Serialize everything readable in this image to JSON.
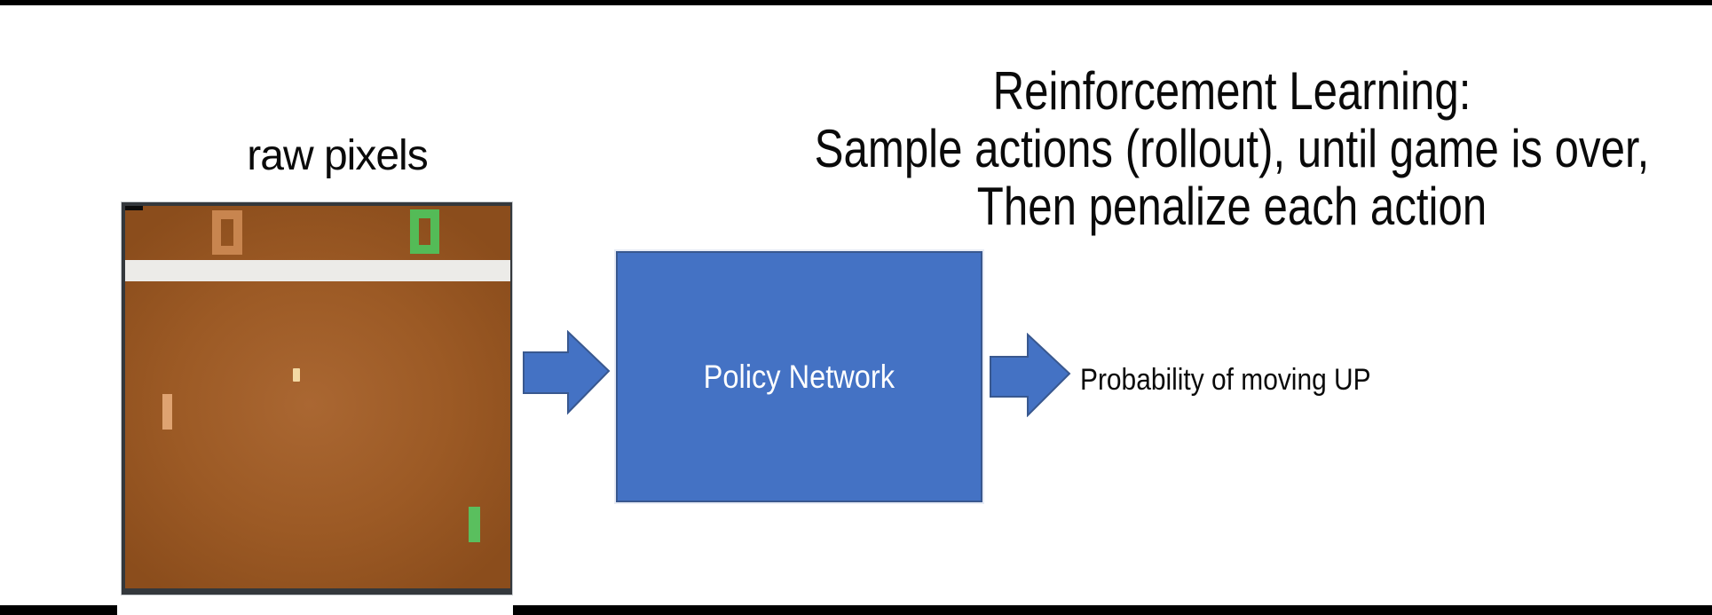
{
  "slide": {
    "title_lines": [
      "Reinforcement Learning:",
      "Sample actions (rollout), until game is over,",
      "Then penalize each action"
    ]
  },
  "game": {
    "caption": "raw pixels",
    "left_score": "0",
    "right_score": "0"
  },
  "flow": {
    "policy_box_label": "Policy Network",
    "output_label": "Probability of moving UP"
  },
  "colors": {
    "accent_blue": "#4472c4",
    "accent_blue_border": "#39588f",
    "field_brown": "#9c5a25",
    "top_wall_white": "#ecebe8",
    "score_left_orange": "#c8854f",
    "score_right_green": "#54bb57",
    "left_paddle_tan": "#dfa371",
    "right_paddle_green": "#5abf5e",
    "ball_cream": "#f3d9a4",
    "letterbox_black": "#000000"
  }
}
